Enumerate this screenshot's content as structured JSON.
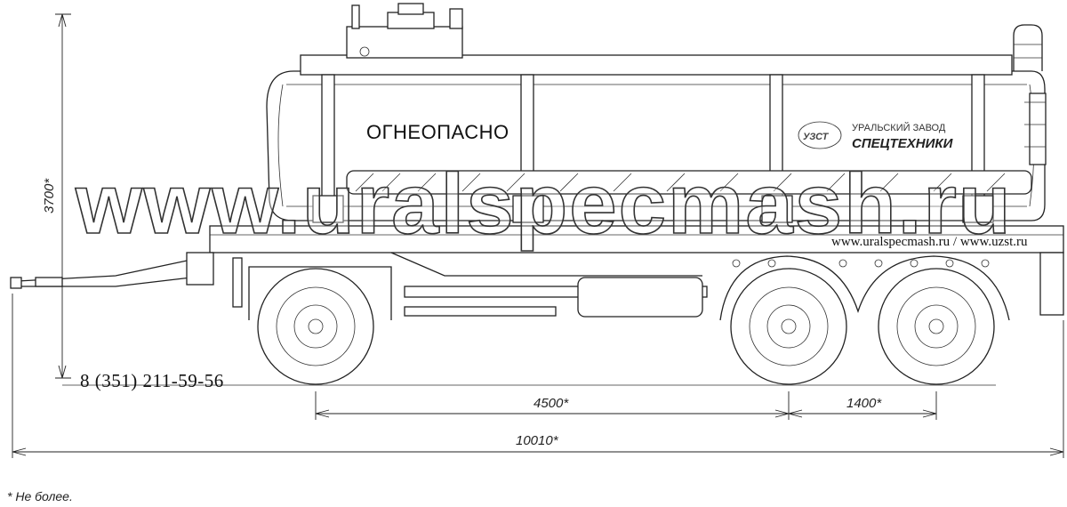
{
  "tank": {
    "warning_label": "ОГНЕОПАСНО",
    "brand_logo": "УЗСТ",
    "brand_line1": "УРАЛЬСКИЙ ЗАВОД",
    "brand_line2": "СПЕЦТЕХНИКИ"
  },
  "watermark": "www.uralspecmash.ru",
  "websites": "www.uralspecmash.ru / www.uzst.ru",
  "phone": "8 (351) 211-59-56",
  "dimensions": {
    "height": "3700*",
    "wheelbase": "4500*",
    "axle_spacing": "1400*",
    "overall_length": "10010*"
  },
  "footnote": "* Не более."
}
